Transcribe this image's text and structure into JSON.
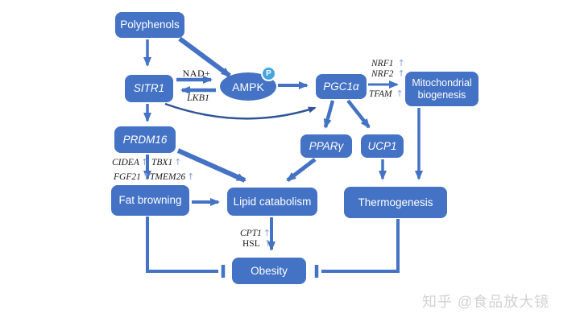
{
  "diagram": {
    "nodes": {
      "polyphenols": {
        "label": "Polyphenols"
      },
      "sitr1": {
        "label": "SITR1"
      },
      "ampk": {
        "label": "AMPK",
        "badge": "P"
      },
      "pgc1a": {
        "label": "PGC1α"
      },
      "mito": {
        "label": "Mitochondrial biogenesis"
      },
      "prdm16": {
        "label": "PRDM16"
      },
      "pparg": {
        "label": "PPARγ"
      },
      "ucp1": {
        "label": "UCP1"
      },
      "fat_browning": {
        "label": "Fat browning"
      },
      "lipid_catabolism": {
        "label": "Lipid catabolism"
      },
      "thermogenesis": {
        "label": "Thermogenesis"
      },
      "obesity": {
        "label": "Obesity"
      }
    },
    "edge_labels": {
      "nad": "NAD+",
      "lkb1": "LKB1",
      "nrf1": "NRF1",
      "nrf2": "NRF2",
      "tfam": "TFAM",
      "cidea": "CIDEA",
      "tbx1": "TBX1",
      "fgf21": "FGF21",
      "tmem26": "TMEM26",
      "cpt1": "CPT1",
      "hsl": "HSL",
      "up_arrow": "↑"
    },
    "colors": {
      "node_fill": "#4472c4",
      "arrow": "#4472c4",
      "curve_arrow": "#2f5597",
      "phospho_badge": "#45a5dc",
      "up_arrow": "#8da2d4",
      "watermark": "#d2d2d2"
    },
    "watermark": "知乎 @食品放大镜"
  }
}
